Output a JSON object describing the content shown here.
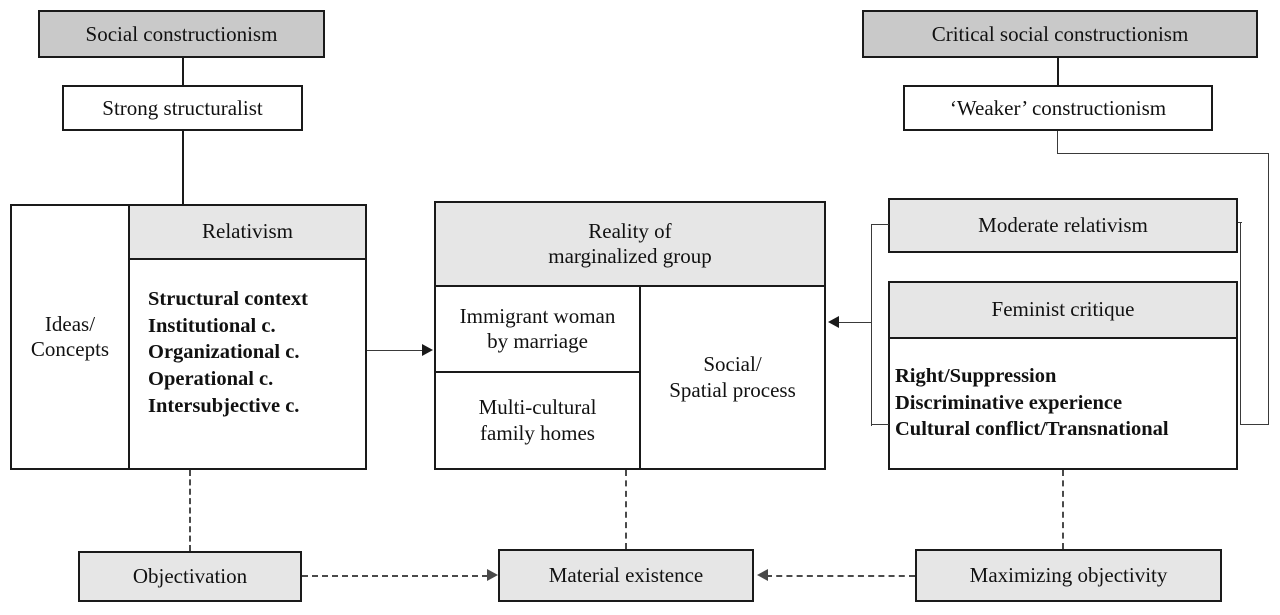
{
  "diagram": {
    "title_nodes": {
      "social_constructionism": "Social constructionism",
      "strong_structuralist": "Strong structuralist",
      "critical_social_constructionism": "Critical social constructionism",
      "weaker_constructionism": "‘Weaker’ constructionism"
    },
    "left_group": {
      "ideas_concepts": "Ideas/\nConcepts",
      "relativism_header": "Relativism",
      "relativism_items": [
        "Structural context",
        "Institutional c.",
        "Organizational c.",
        "Operational c.",
        "Intersubjective c."
      ]
    },
    "center_group": {
      "header": "Reality of\nmarginalized group",
      "cell_top_left": "Immigrant woman\nby marriage",
      "cell_bottom_left": "Multi-cultural\nfamily homes",
      "cell_right": "Social/\nSpatial process"
    },
    "right_group": {
      "moderate_relativism": "Moderate relativism",
      "feminist_critique_header": "Feminist critique",
      "feminist_critique_items": [
        "Right/Suppression",
        "Discriminative experience",
        "Cultural conflict/Transnational"
      ]
    },
    "bottom_nodes": {
      "objectivation": "Objectivation",
      "material_existence": "Material existence",
      "maximizing_objectivity": "Maximizing objectivity"
    },
    "colors": {
      "header_dark": "#c9c9c9",
      "header_light": "#e6e6e6",
      "node_fill_white": "#ffffff",
      "stroke": "#1a1a1a",
      "dashed_stroke": "#4a4a4a"
    }
  }
}
